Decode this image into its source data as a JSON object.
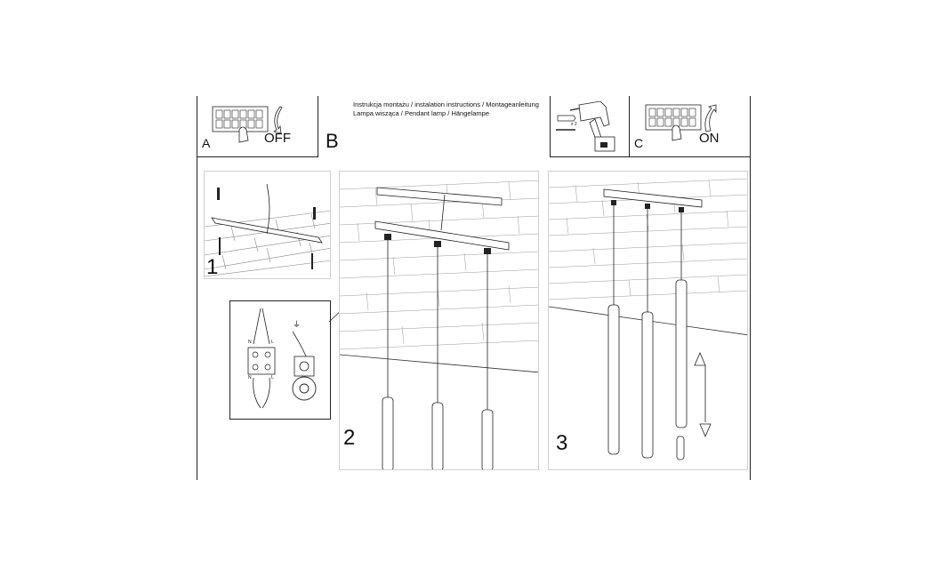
{
  "header": {
    "line1": "Instrukcja montażu / instalation instructions / Montageanleitung",
    "line2": "Lampa wisząca / Pendant lamp / Hängelampe"
  },
  "panel_a": {
    "letter": "A",
    "state": "OFF"
  },
  "panel_b": {
    "letter": "B"
  },
  "drill_panel": {
    "quantity": "x 2"
  },
  "panel_c": {
    "letter": "C",
    "state": "ON"
  },
  "steps": [
    {
      "number": "1"
    },
    {
      "number": "2"
    },
    {
      "number": "3"
    }
  ],
  "wiring_detail": {
    "left_top_n": "N",
    "left_top_l": "L",
    "left_bottom_n": "N",
    "left_bottom_l": "L",
    "earth_symbol": "⏚"
  }
}
